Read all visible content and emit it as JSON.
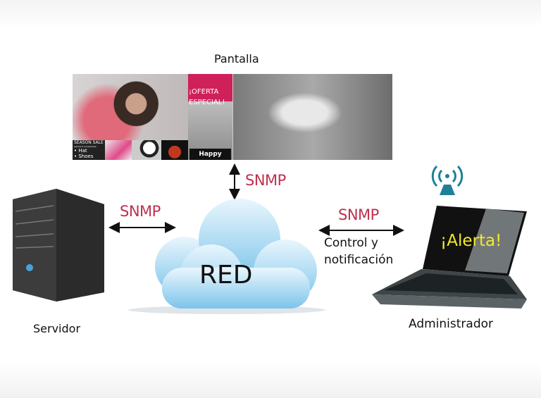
{
  "display": {
    "label": "Pantalla",
    "offer_line1": "¡OFERTA",
    "offer_line2": "ESPECIAL!",
    "happy_hour": "Happy Hour",
    "season_sale": "SEASON SALE",
    "season_sub": "women's accessories",
    "season_items": [
      "• Hat",
      "• Shoes"
    ],
    "accent_color": "#d0205a"
  },
  "links": {
    "display_network": "SNMP",
    "server_network": "SNMP",
    "network_admin": "SNMP",
    "network_admin_caption_line1": "Control y",
    "network_admin_caption_line2": "notificación",
    "protocol_color": "#c0304f"
  },
  "network": {
    "label": "RED",
    "icon": "cloud-icon"
  },
  "server": {
    "label": "Servidor",
    "icon": "server-tower-icon"
  },
  "admin": {
    "label": "Administrador",
    "screen_text": "¡Alerta!",
    "icon": "laptop-icon",
    "signal_icon": "wireless-signal-icon",
    "alert_color": "#f2ea2a"
  }
}
